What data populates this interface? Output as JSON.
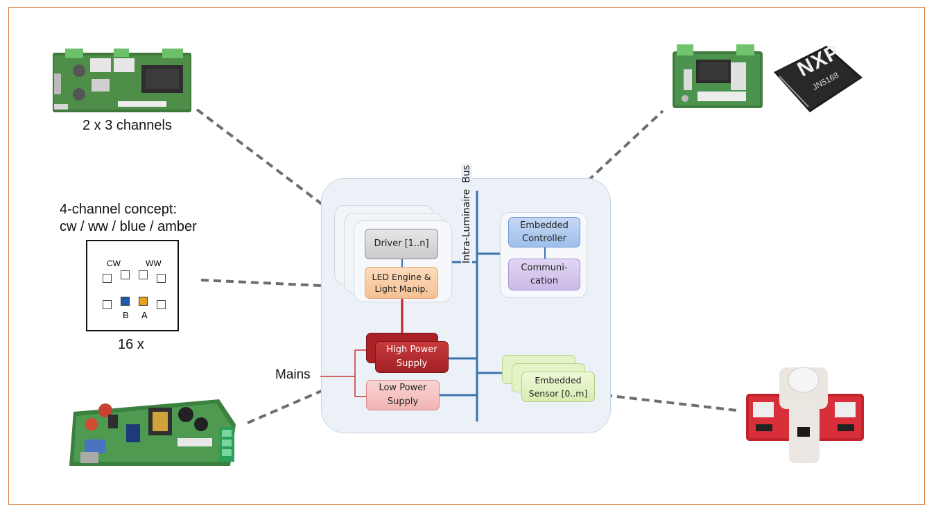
{
  "photos": {
    "driver_board": {
      "caption": "2 x 3 channels"
    },
    "concept": {
      "title_line1": "4-channel concept:",
      "title_line2": "cw / ww / blue / amber",
      "label_cw": "CW",
      "label_ww": "WW",
      "label_b": "B",
      "label_a": "A",
      "count": "16 x"
    },
    "chip": {
      "brand": "NXP",
      "part": "JN5168"
    }
  },
  "diagram": {
    "bus_label": "Intra-Luminaire  Bus",
    "driver": "Driver [1..n]",
    "led_engine_l1": "LED Engine &",
    "led_engine_l2": "Light Manip.",
    "high_power_l1": "High Power",
    "high_power_l2": "Supply",
    "low_power_l1": "Low Power",
    "low_power_l2": "Supply",
    "controller_l1": "Embedded",
    "controller_l2": "Controller",
    "comm_l1": "Communi-",
    "comm_l2": "cation",
    "sensor_l1": "Embedded",
    "sensor_l2": "Sensor [0..m]",
    "mains": "Mains"
  },
  "colors": {
    "frame": "#e0783c",
    "driver": "#d4d4d4",
    "led_engine": "#f9cfa8",
    "high_power": "#b82a2a",
    "low_power": "#f6c0c0",
    "controller": "#a9c6ee",
    "communication": "#d4c2ec",
    "sensor": "#e1f1bf",
    "bus": "#3a72b0",
    "mains_line": "#cc3333",
    "blue_led": "#1e5aa8",
    "amber_led": "#e8a020"
  }
}
